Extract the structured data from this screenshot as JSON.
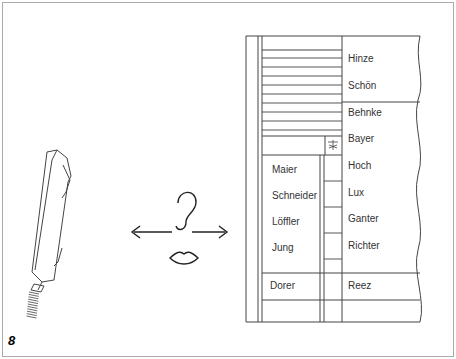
{
  "diagram": {
    "labels": [
      "Hinze",
      "Schön",
      "Behnke",
      "Bayer",
      "Maier",
      "Hoch",
      "Schneider",
      "Lux",
      "Löffler",
      "Ganter",
      "Jung",
      "Richter",
      "Dorer",
      "Reez",
      "8"
    ]
  }
}
